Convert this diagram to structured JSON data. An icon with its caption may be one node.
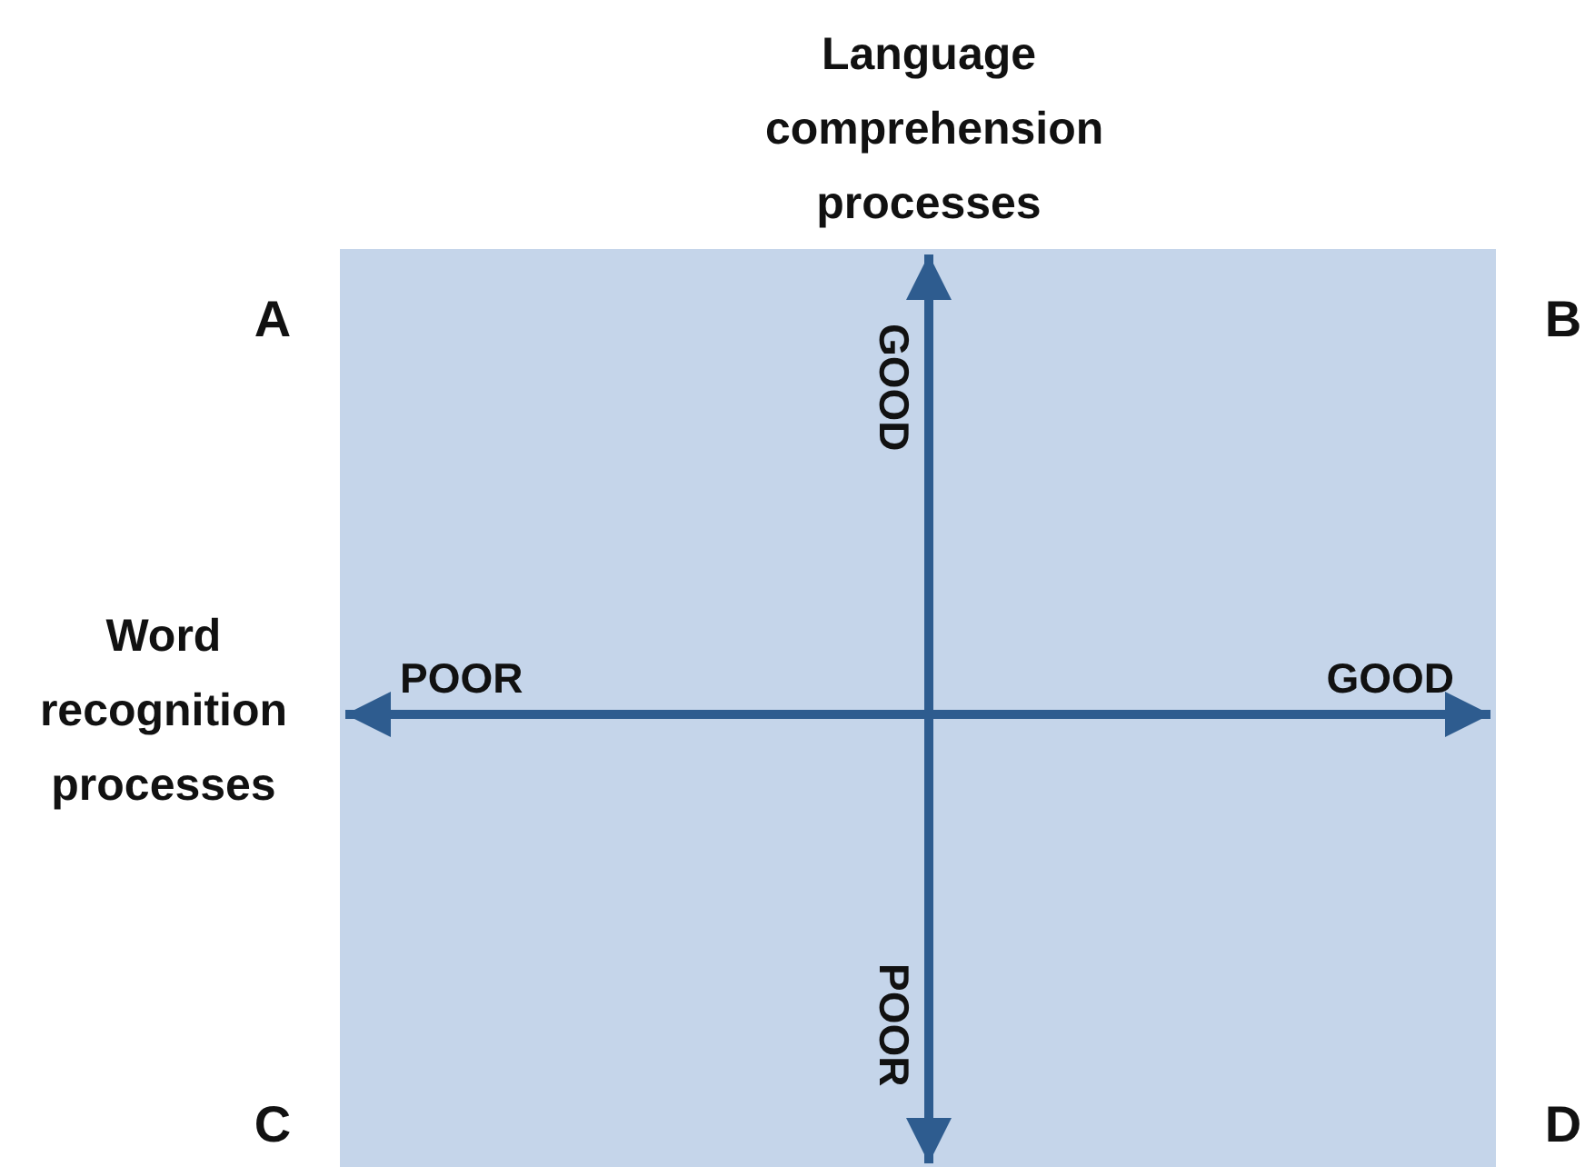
{
  "diagram": {
    "labels": [
      "Language comprehension processes",
      "A",
      "GOOD",
      "B",
      "Word recognition processes",
      "POOR",
      "GOOD",
      "POOR",
      "C",
      "D"
    ]
  }
}
